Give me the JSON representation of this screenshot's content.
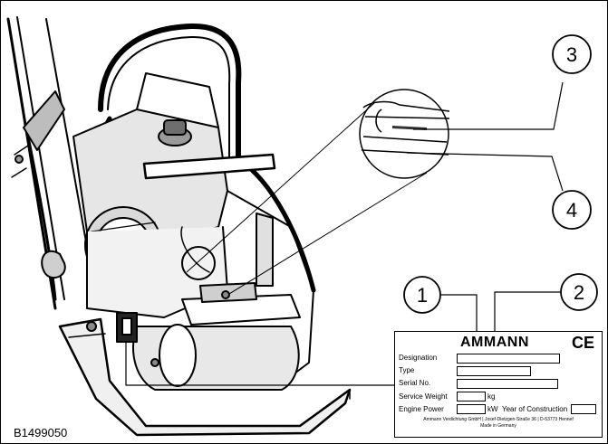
{
  "figure_id": "B1499050",
  "callouts": [
    "1",
    "2",
    "3",
    "4"
  ],
  "plate": {
    "brand": "AMMANN",
    "ce_mark": "CE",
    "fields": {
      "designation": "Designation",
      "type": "Type",
      "serial": "Serial No.",
      "service_weight": "Service Weight",
      "engine_power": "Engine Power",
      "year": "Year of Construction"
    },
    "units": {
      "weight": "kg",
      "power": "kW"
    },
    "maker_line": "Ammann Verdichtung GmbH | Josef-Dietzgen-Straße 36 | D-53773 Hennef",
    "made_in": "Made in Germany"
  }
}
